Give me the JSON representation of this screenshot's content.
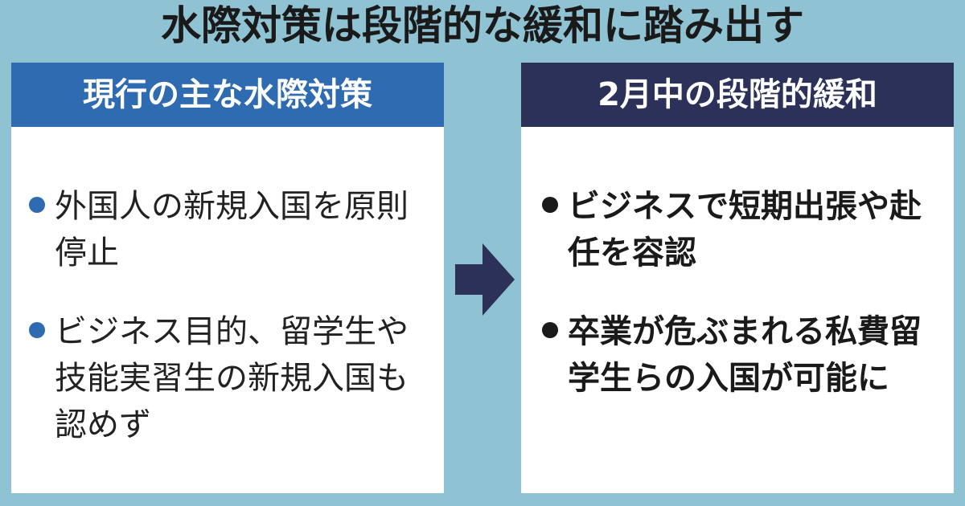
{
  "title": "水際対策は段階的な緩和に踏み出す",
  "colors": {
    "background": "#8fc3d3",
    "left_header": "#2f6bb0",
    "right_header": "#2b3158",
    "arrow": "#2b3158"
  },
  "left_panel": {
    "header": "現行の主な水際対策",
    "items": [
      "外国人の新規入国を原則停止",
      "ビジネス目的、留学生や技能実習生の新規入国も認めず"
    ]
  },
  "right_panel": {
    "header": "2月中の段階的緩和",
    "items": [
      "ビジネスで短期出張や赴任を容認",
      "卒業が危ぶまれる私費留学生らの入国が可能に"
    ]
  },
  "connector": {
    "icon": "arrow-right-icon"
  }
}
